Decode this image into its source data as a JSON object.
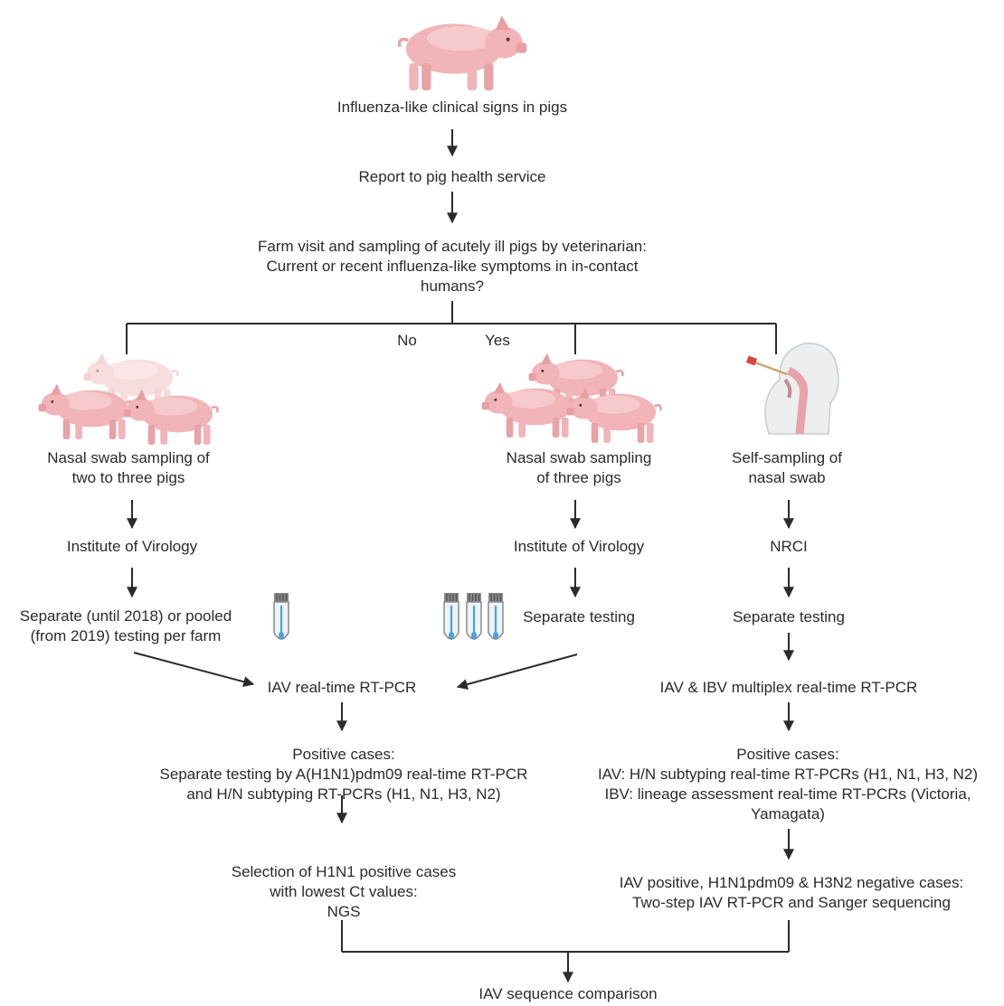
{
  "top": {
    "clinical_signs": "Influenza-like clinical signs in pigs",
    "report": "Report to pig health service",
    "farm_visit": [
      "Farm visit and sampling of acutely ill pigs by veterinarian:",
      "Current or recent influenza-like symptoms in in-contact",
      "humans?"
    ]
  },
  "branch": {
    "no": "No",
    "yes": "Yes"
  },
  "left": {
    "sampling": [
      "Nasal swab sampling of",
      "two to three pigs"
    ],
    "institute": "Institute of Virology",
    "testing": [
      "Separate (until 2018) or pooled",
      "(from 2019) testing per farm"
    ]
  },
  "middle": {
    "sampling": [
      "Nasal swab sampling",
      "of three pigs"
    ],
    "institute": "Institute of Virology",
    "testing": "Separate testing",
    "pcr": "IAV real-time RT-PCR",
    "positive": [
      "Positive cases:",
      "Separate testing by A(H1N1)pdm09 real-time RT-PCR",
      "and H/N subtyping RT-PCRs (H1, N1, H3, N2)"
    ],
    "selection": [
      "Selection of H1N1 positive cases",
      "with lowest Ct values:",
      "NGS"
    ]
  },
  "right": {
    "sampling": [
      "Self-sampling of",
      "nasal swab"
    ],
    "lab": "NRCI",
    "testing": "Separate testing",
    "pcr": "IAV & IBV multiplex real-time RT-PCR",
    "positive": [
      "Positive  cases:",
      "IAV: H/N subtyping real-time  RT-PCRs (H1, N1, H3, N2)",
      "IBV: lineage assessment real-time RT-PCRs (Victoria,",
      "Yamagata)"
    ],
    "negative": [
      "IAV positive, H1N1pdm09 & H3N2 negative cases:",
      "Two-step IAV RT-PCR and Sanger sequencing"
    ]
  },
  "final": "IAV sequence comparison"
}
